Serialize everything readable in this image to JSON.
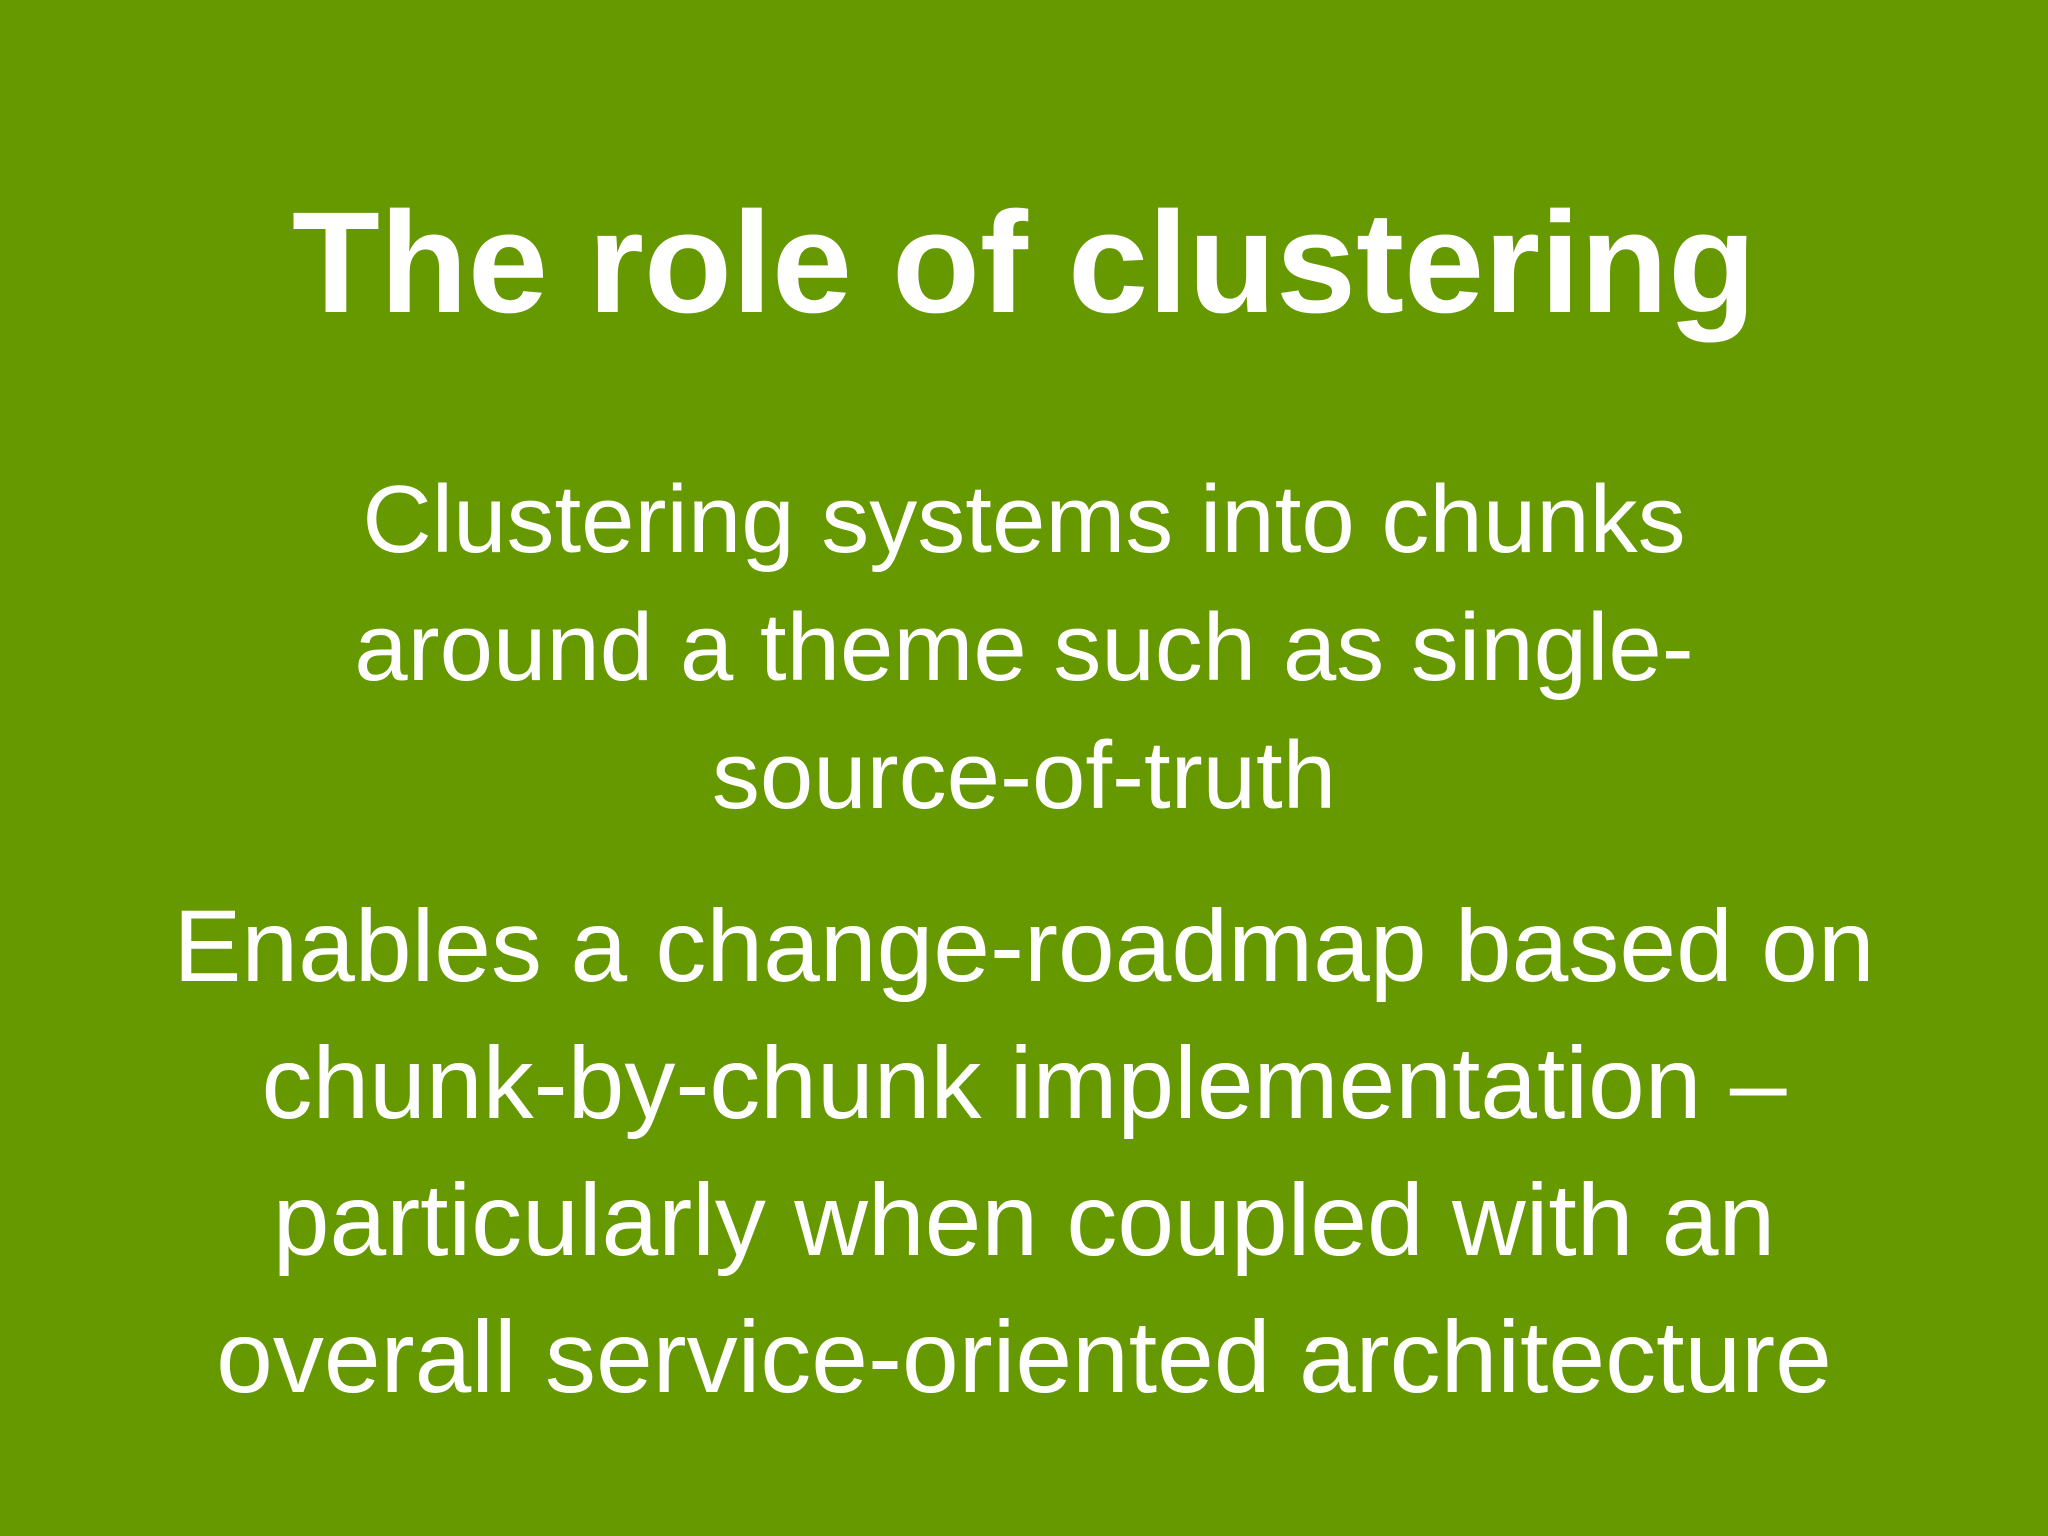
{
  "slide": {
    "title": "The role of clustering",
    "bullets": [
      {
        "lines": [
          "Clustering systems into chunks",
          "around a theme such as single-",
          "source-of-truth"
        ]
      },
      {
        "lines": [
          "Enables a change-roadmap based on",
          "chunk-by-chunk implementation –",
          "particularly when coupled with an",
          "overall service-oriented architecture"
        ]
      }
    ]
  },
  "colors": {
    "background": "#669900",
    "text": "#ffffff"
  }
}
